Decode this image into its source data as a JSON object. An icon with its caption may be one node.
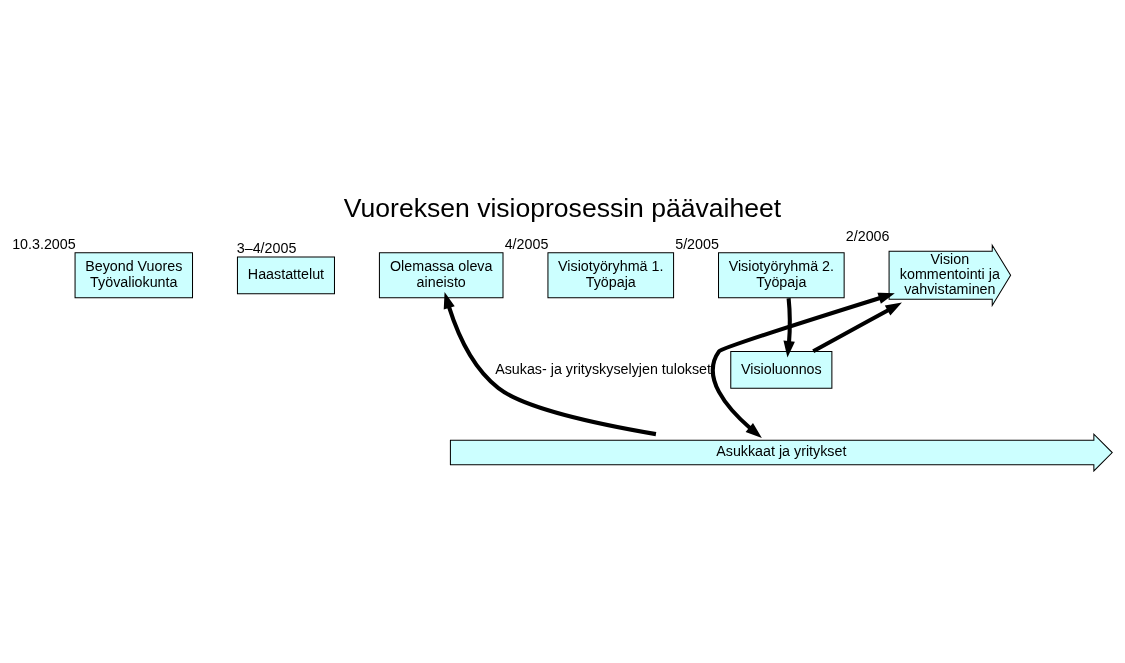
{
  "diagram": {
    "title": "Vuoreksen visioprosessin päävaiheet",
    "nodes": [
      {
        "text": [
          "Beyond Vuores Työvaliokunta"
        ],
        "beside": [
          "10.3.2005"
        ]
      },
      {
        "text": [
          "Haastattelut"
        ],
        "beside": [
          "3–4/2005"
        ]
      },
      {
        "text": [
          "Olemassa oleva aineisto"
        ]
      },
      {
        "text": [
          "Visiotyöryhmä 1. Työpaja"
        ],
        "beside": [
          "4/2005"
        ]
      },
      {
        "text": [
          "Visiotyöryhmä 2. Työpaja"
        ],
        "beside": [
          "5/2005"
        ]
      },
      {
        "text": [
          "Vision kommentointi ja vahvistaminen"
        ],
        "beside": [
          "2/2006"
        ]
      },
      {
        "text": [
          "Visioluonnos"
        ]
      },
      {
        "text": [
          "Asukkaat ja yritykset"
        ]
      }
    ],
    "edges": [
      {
        "from": 7,
        "to": 2,
        "arrow": "to",
        "label": "Asukas- ja yrityskyselyjen tulokset"
      },
      {
        "from": 4,
        "to": 6,
        "arrow": "to"
      },
      {
        "from": 6,
        "to": 5,
        "arrow": "to"
      },
      {
        "from": 5,
        "to": 7,
        "arrow": "both"
      }
    ]
  }
}
